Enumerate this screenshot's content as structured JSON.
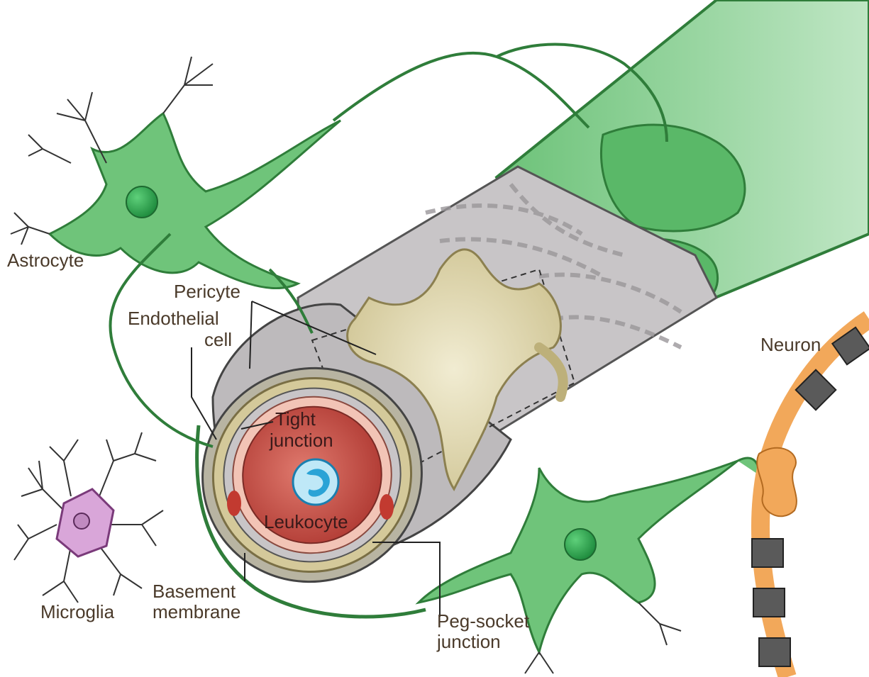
{
  "labels": {
    "astrocyte": "Astrocyte",
    "pericyte": "Pericyte",
    "endothelial_line1": "Endothelial",
    "endothelial_line2": "cell",
    "tight_line1": "Tight",
    "tight_line2": "junction",
    "leukocyte": "Leukocyte",
    "neuron": "Neuron",
    "microglia": "Microglia",
    "basement_line1": "Basement",
    "basement_line2": "membrane",
    "peg_line1": "Peg-socket",
    "peg_line2": "junction"
  },
  "colors": {
    "astrocyte_green": "#6fc47a",
    "astrocyte_outline": "#2f7d3a",
    "vessel_gray": "#c9c6c8",
    "pericyte_tan": "#d8cfa3",
    "lumen_red": "#c84b42",
    "endothelium_pink": "#f2c4b6",
    "leukocyte_blue": "#3fb4e0",
    "microglia_purple": "#d9a6d9",
    "neuron_orange": "#f2a85a",
    "myelin_gray": "#7a7a7a"
  }
}
